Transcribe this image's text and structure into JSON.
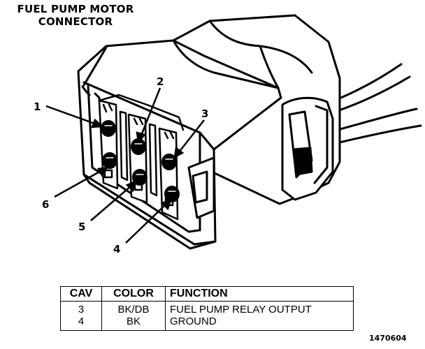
{
  "title": {
    "line1": "FUEL PUMP MOTOR",
    "line2": "CONNECTOR"
  },
  "callouts": [
    "1",
    "2",
    "3",
    "4",
    "5",
    "6"
  ],
  "table": {
    "headers": [
      "CAV",
      "COLOR",
      "FUNCTION"
    ],
    "rows": [
      {
        "cav": "3",
        "color": "BK/DB",
        "function": "FUEL PUMP RELAY OUTPUT"
      },
      {
        "cav": "4",
        "color": "BK",
        "function": "GROUND"
      }
    ]
  },
  "figure_number": "1470604"
}
